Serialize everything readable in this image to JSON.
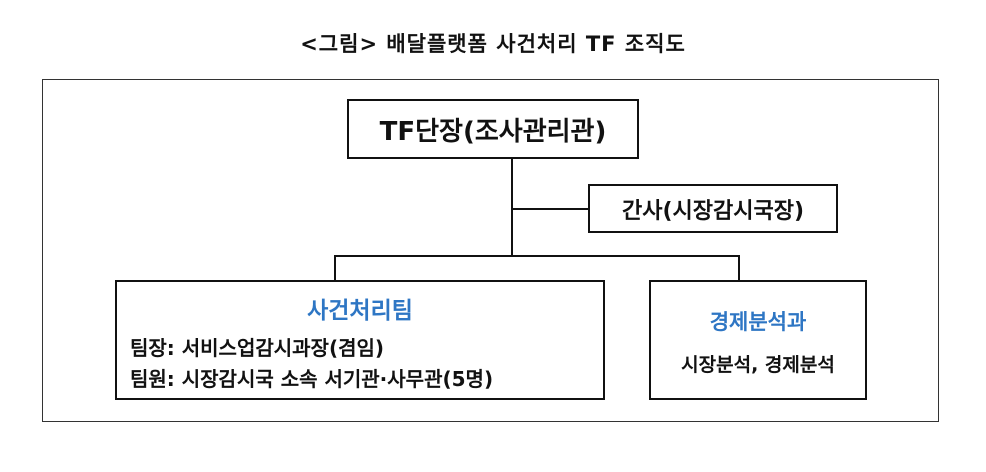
{
  "title": "<그림> 배달플랫폼 사건처리 TF 조직도",
  "org": {
    "head": "TF단장(조사관리관)",
    "secretary": "간사(시장감시국장)",
    "team": {
      "title": "사건처리팀",
      "leader": "팀장: 서비스업감시과장(겸임)",
      "members": "팀원: 시장감시국 소속 서기관·사무관(5명)"
    },
    "econ": {
      "title": "경제분석과",
      "desc": "시장분석, 경제분석"
    }
  },
  "colors": {
    "accent_blue": "#2e76c4",
    "line": "#111111"
  }
}
